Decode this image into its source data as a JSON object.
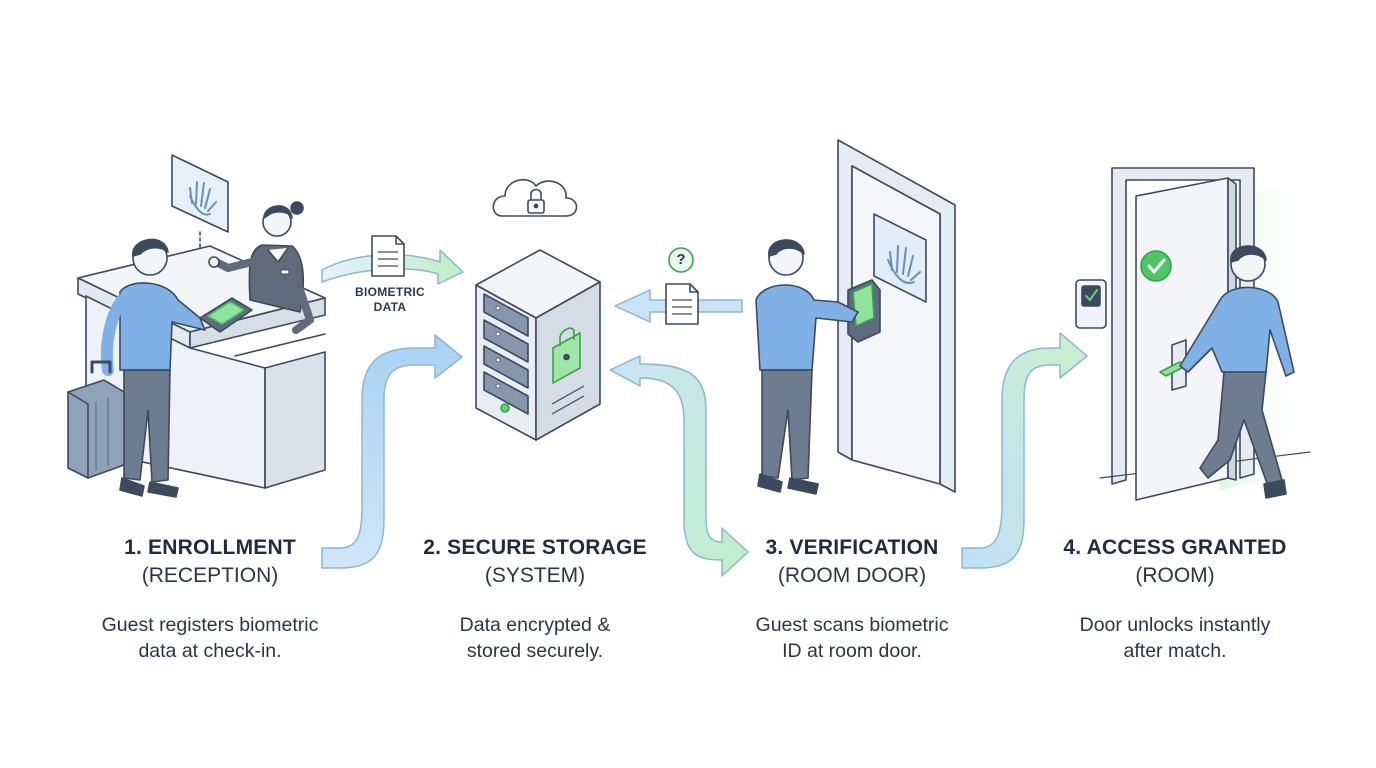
{
  "colors": {
    "outline": "#3c4a5e",
    "shirt": "#7fb1e6",
    "pants": "#6e7c8f",
    "counter": "#eef1f5",
    "green_accent": "#4cc764",
    "arrow_blue": "#b9dcf5",
    "arrow_green": "#c8f0cc"
  },
  "icons": {
    "cloud": "cloud-lock-icon",
    "server": "server-icon",
    "document": "document-icon",
    "question": "question-icon",
    "check": "check-icon",
    "handprint": "handprint-icon"
  },
  "flow_label": {
    "line1": "BIOMETRIC",
    "line2": "DATA"
  },
  "question_mark": "?",
  "steps": [
    {
      "title": "1. ENROLLMENT",
      "subtitle": "(RECEPTION)",
      "desc_line1": "Guest registers biometric",
      "desc_line2": "data at check-in."
    },
    {
      "title": "2. SECURE STORAGE",
      "subtitle": "(SYSTEM)",
      "desc_line1": "Data encrypted &",
      "desc_line2": "stored securely."
    },
    {
      "title": "3. VERIFICATION",
      "subtitle": "(ROOM DOOR)",
      "desc_line1": "Guest scans biometric",
      "desc_line2": "ID at room door."
    },
    {
      "title": "4. ACCESS GRANTED",
      "subtitle": "(ROOM)",
      "desc_line1": "Door unlocks instantly",
      "desc_line2": "after match."
    }
  ]
}
